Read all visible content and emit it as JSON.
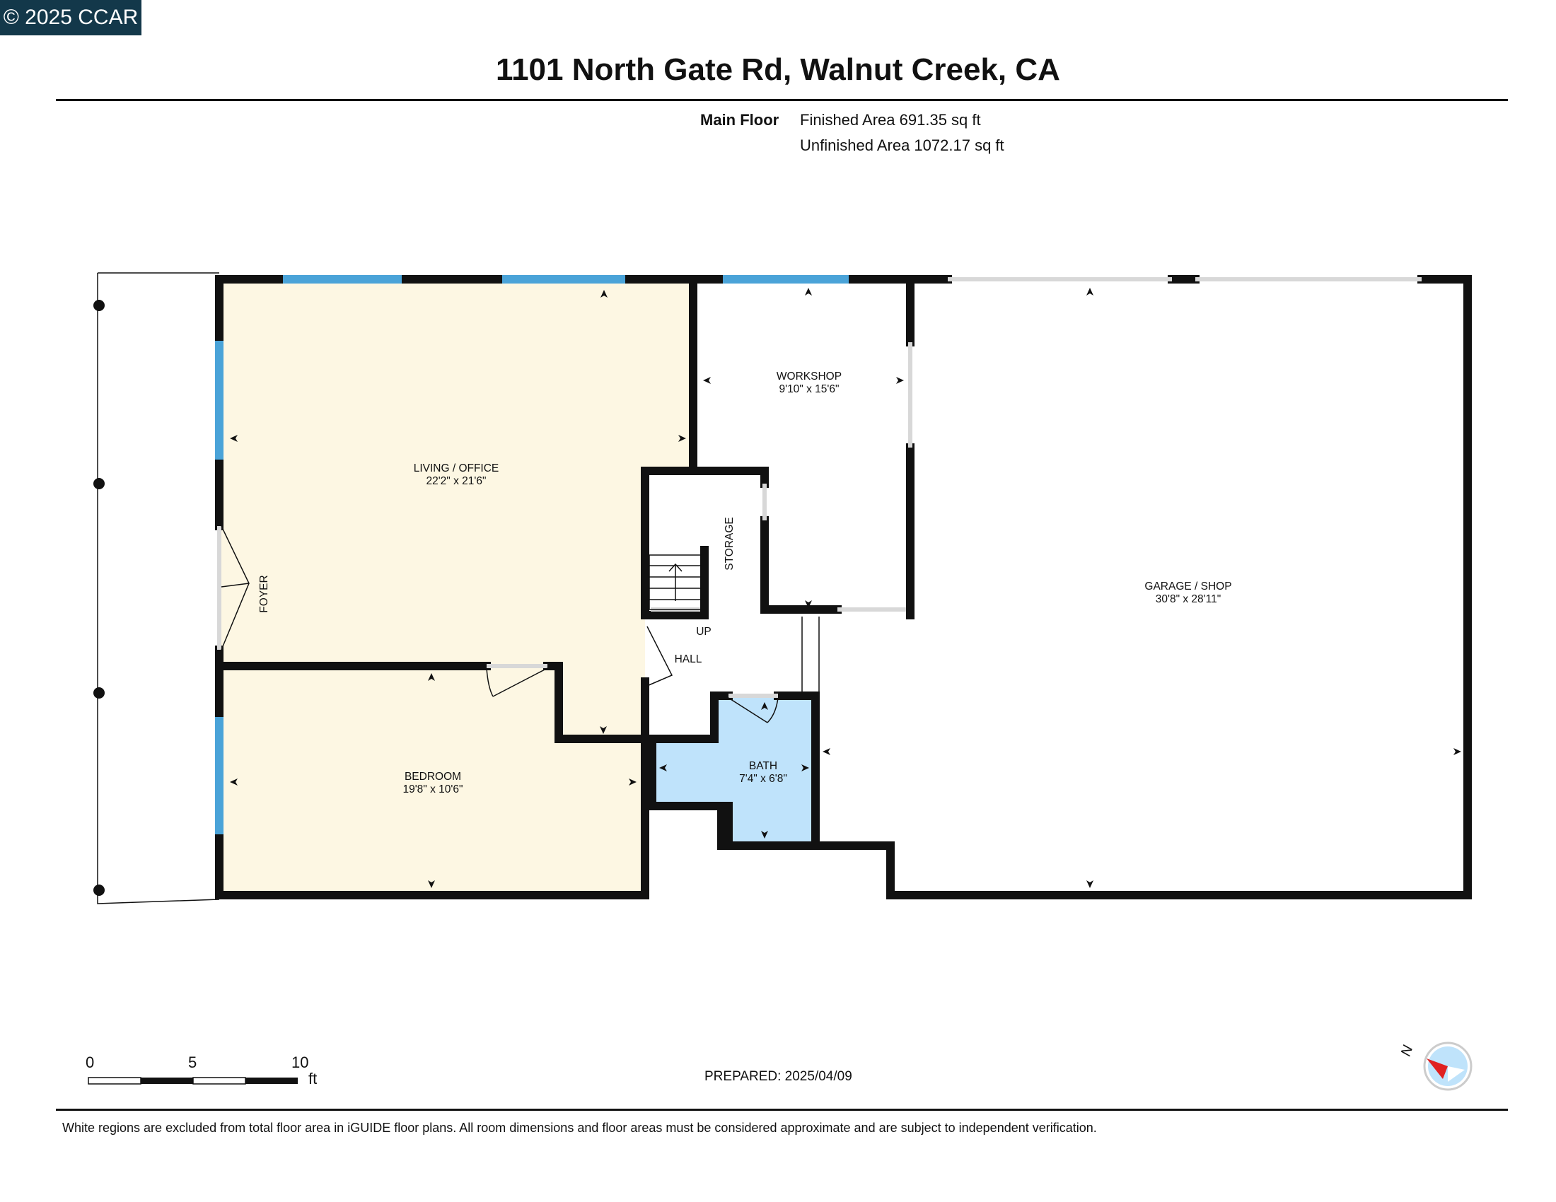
{
  "badge": "© 2025 CCAR",
  "title": "1101 North Gate Rd, Walnut Creek, CA",
  "floor_summary": {
    "floor_label": "Main Floor",
    "finished_area": "Finished Area 691.35 sq ft",
    "unfinished_area": "Unfinished Area 1072.17 sq ft"
  },
  "rooms": {
    "living": {
      "name": "LIVING / OFFICE",
      "dims": "22'2\" x 21'6\""
    },
    "workshop": {
      "name": "WORKSHOP",
      "dims": "9'10\" x 15'6\""
    },
    "garage": {
      "name": "GARAGE / SHOP",
      "dims": "30'8\" x 28'11\""
    },
    "bedroom": {
      "name": "BEDROOM",
      "dims": "19'8\" x 10'6\""
    },
    "bath": {
      "name": "BATH",
      "dims": "7'4\" x 6'8\""
    },
    "storage": {
      "name": "STORAGE"
    },
    "foyer": {
      "name": "FOYER"
    },
    "hall": {
      "name": "HALL"
    },
    "stairs": {
      "name": "UP"
    }
  },
  "scale_bar": {
    "ticks": [
      "0",
      "5",
      "10"
    ],
    "unit": "ft"
  },
  "compass": {
    "label": "N"
  },
  "prepared": "PREPARED: 2025/04/09",
  "disclaimer": "White regions are excluded from total floor area in iGUIDE floor plans. All room dimensions and floor areas must be considered approximate and are subject to independent verification.",
  "colors": {
    "finished_fill": "#fdf7e3",
    "bath_fill": "#bfe3fb",
    "window": "#4aa3d8",
    "wall": "#111111",
    "badge_bg": "#13384a",
    "compass_red": "#e02020"
  }
}
